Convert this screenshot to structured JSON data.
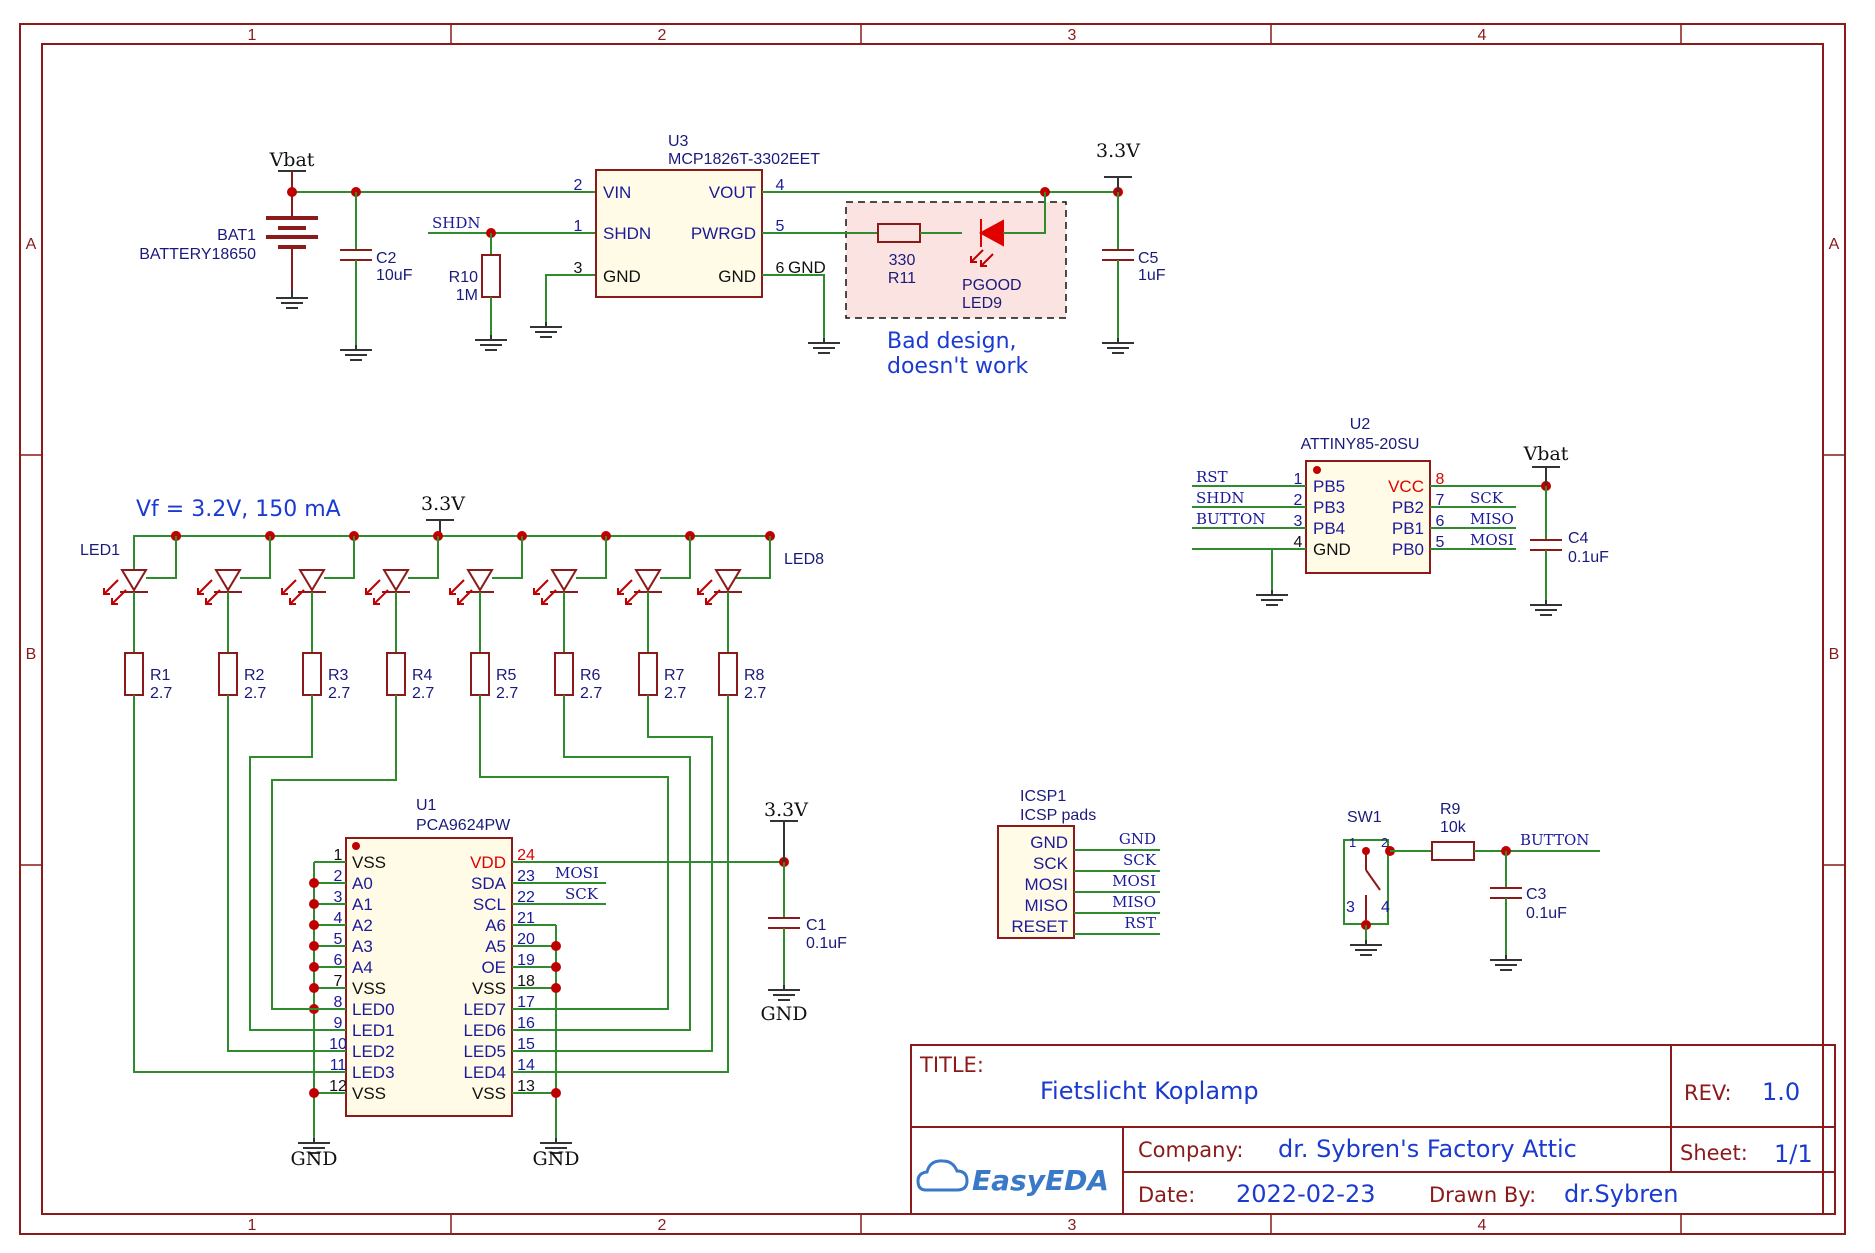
{
  "border": {
    "columns": [
      "1",
      "2",
      "3",
      "4"
    ],
    "rows": [
      "A",
      "B"
    ]
  },
  "regulator": {
    "ref": "U3",
    "part": "MCP1826T-3302EET",
    "pins": [
      {
        "num": "2",
        "name": "VIN"
      },
      {
        "num": "1",
        "name": "SHDN"
      },
      {
        "num": "3",
        "name": "GND"
      },
      {
        "num": "4",
        "name": "VOUT"
      },
      {
        "num": "5",
        "name": "PWRGD"
      },
      {
        "num": "6",
        "name": "GND"
      }
    ]
  },
  "battery": {
    "ref": "BAT1",
    "part": "BATTERY18650",
    "power": "Vbat"
  },
  "c2": {
    "ref": "C2",
    "value": "10uF"
  },
  "r10": {
    "ref": "R10",
    "value": "1M"
  },
  "shdn_net": "SHDN",
  "r11": {
    "ref": "R11",
    "value": "330"
  },
  "led9": {
    "ref": "LED9",
    "value": "PGOOD"
  },
  "c5": {
    "ref": "C5",
    "value": "1uF"
  },
  "power_3v3": "3.3V",
  "power_vbat": "Vbat",
  "power_gnd": "GND",
  "note_bad": [
    "Bad design,",
    "doesn't work"
  ],
  "note_vf": "Vf = 3.2V, 150 mA",
  "leds": {
    "first": "LED1",
    "last": "LED8"
  },
  "resistors": [
    {
      "ref": "R1",
      "value": "2.7"
    },
    {
      "ref": "R2",
      "value": "2.7"
    },
    {
      "ref": "R3",
      "value": "2.7"
    },
    {
      "ref": "R4",
      "value": "2.7"
    },
    {
      "ref": "R5",
      "value": "2.7"
    },
    {
      "ref": "R6",
      "value": "2.7"
    },
    {
      "ref": "R7",
      "value": "2.7"
    },
    {
      "ref": "R8",
      "value": "2.7"
    }
  ],
  "driver": {
    "ref": "U1",
    "part": "PCA9624PW",
    "left_pins": [
      {
        "num": "1",
        "name": "VSS"
      },
      {
        "num": "2",
        "name": "A0"
      },
      {
        "num": "3",
        "name": "A1"
      },
      {
        "num": "4",
        "name": "A2"
      },
      {
        "num": "5",
        "name": "A3"
      },
      {
        "num": "6",
        "name": "A4"
      },
      {
        "num": "7",
        "name": "VSS"
      },
      {
        "num": "8",
        "name": "LED0"
      },
      {
        "num": "9",
        "name": "LED1"
      },
      {
        "num": "10",
        "name": "LED2"
      },
      {
        "num": "11",
        "name": "LED3"
      },
      {
        "num": "12",
        "name": "VSS"
      }
    ],
    "right_pins": [
      {
        "num": "24",
        "name": "VDD"
      },
      {
        "num": "23",
        "name": "SDA"
      },
      {
        "num": "22",
        "name": "SCL"
      },
      {
        "num": "21",
        "name": "A6"
      },
      {
        "num": "20",
        "name": "A5"
      },
      {
        "num": "19",
        "name": "OE"
      },
      {
        "num": "18",
        "name": "VSS"
      },
      {
        "num": "17",
        "name": "LED7"
      },
      {
        "num": "16",
        "name": "LED6"
      },
      {
        "num": "15",
        "name": "LED5"
      },
      {
        "num": "14",
        "name": "LED4"
      },
      {
        "num": "13",
        "name": "VSS"
      }
    ],
    "nets": {
      "sda": "MOSI",
      "scl": "SCK"
    }
  },
  "c1": {
    "ref": "C1",
    "value": "0.1uF"
  },
  "mcu": {
    "ref": "U2",
    "part": "ATTINY85-20SU",
    "left_pins": [
      {
        "num": "1",
        "name": "PB5",
        "net": "RST"
      },
      {
        "num": "2",
        "name": "PB3",
        "net": "SHDN"
      },
      {
        "num": "3",
        "name": "PB4",
        "net": "BUTTON"
      },
      {
        "num": "4",
        "name": "GND",
        "net": ""
      }
    ],
    "right_pins": [
      {
        "num": "8",
        "name": "VCC",
        "net": ""
      },
      {
        "num": "7",
        "name": "PB2",
        "net": "SCK"
      },
      {
        "num": "6",
        "name": "PB1",
        "net": "MISO"
      },
      {
        "num": "5",
        "name": "PB0",
        "net": "MOSI"
      }
    ]
  },
  "c4": {
    "ref": "C4",
    "value": "0.1uF"
  },
  "icsp": {
    "ref": "ICSP1",
    "part": "ICSP pads",
    "pins": [
      {
        "name": "GND",
        "net": "GND"
      },
      {
        "name": "SCK",
        "net": "SCK"
      },
      {
        "name": "MOSI",
        "net": "MOSI"
      },
      {
        "name": "MISO",
        "net": "MISO"
      },
      {
        "name": "RESET",
        "net": "RST"
      }
    ]
  },
  "sw1": {
    "ref": "SW1",
    "pins": [
      "1",
      "2",
      "3",
      "4"
    ]
  },
  "r9": {
    "ref": "R9",
    "value": "10k"
  },
  "button_net": "BUTTON",
  "c3": {
    "ref": "C3",
    "value": "0.1uF"
  },
  "title_block": {
    "title_label": "TITLE:",
    "title": "Fietslicht Koplamp",
    "rev_label": "REV:",
    "rev": "1.0",
    "company_label": "Company:",
    "company": "dr. Sybren's Factory Attic",
    "sheet_label": "Sheet:",
    "sheet": "1/1",
    "date_label": "Date:",
    "date": "2022-02-23",
    "drawn_label": "Drawn By:",
    "drawn": "dr.Sybren",
    "logo": "EasyEDA"
  }
}
